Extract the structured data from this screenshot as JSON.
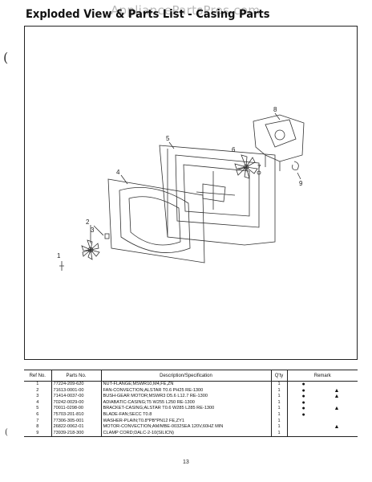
{
  "header": {
    "title": "Exploded View & Parts List - Casing Parts",
    "watermark": "AppliancePartsPros.com"
  },
  "margin_marks": [
    "(",
    "("
  ],
  "diagram": {
    "callouts": [
      "1",
      "2",
      "3",
      "4",
      "5",
      "6",
      "7",
      "8",
      "9"
    ]
  },
  "table": {
    "headers": {
      "ref": "Ref No.",
      "part": "Parts No.",
      "desc": "Description/Specification",
      "qty": "Q'ty",
      "remark": "Remark"
    },
    "rows": [
      {
        "ref": "1",
        "part": "77224-209-620",
        "desc": "NUT-FLANGE;MSWR10,M4,FE,ZN",
        "qty": "1",
        "dot": "●",
        "tri": ""
      },
      {
        "ref": "2",
        "part": "71613-0001-00",
        "desc": "FAN-CONVECTION;ALSTAR T0.6 PH25 RE-1300",
        "qty": "1",
        "dot": "●",
        "tri": "▲"
      },
      {
        "ref": "3",
        "part": "71414-0037-00",
        "desc": "BUSH-GEAR MOTOR;MSWR3 D5.6 L12.7 RE-1300",
        "qty": "1",
        "dot": "●",
        "tri": "▲"
      },
      {
        "ref": "4",
        "part": "70242-0029-00",
        "desc": "ADIABATIC-CASING;T5 W255 L250 RE-1300",
        "qty": "1",
        "dot": "●",
        "tri": ""
      },
      {
        "ref": "5",
        "part": "70011-0298-00",
        "desc": "BRACKET-CASING;ALSTAR T0.6 W285 L285 RE-1300",
        "qty": "1",
        "dot": "●",
        "tri": "▲"
      },
      {
        "ref": "6",
        "part": "75703-201-810",
        "desc": "BLADE-FAN;SECC T0.8",
        "qty": "1",
        "dot": "●",
        "tri": ""
      },
      {
        "ref": "7",
        "part": "77306-305-001",
        "desc": "WASHER-PLAIN;T0.8*PB*PN12 FE,ZY1",
        "qty": "1",
        "dot": "",
        "tri": ""
      },
      {
        "ref": "8",
        "part": "26822-0062-01",
        "desc": "MOTOR-CONVECTION;AM/MBE-0032SEA 120V,60HZ MIN",
        "qty": "1",
        "dot": "",
        "tri": "▲"
      },
      {
        "ref": "9",
        "part": "73939-218-300",
        "desc": "CLAMP CORD;DALC-2-10(SILICN)",
        "qty": "1",
        "dot": "",
        "tri": ""
      }
    ]
  },
  "footer": {
    "page_number": "13"
  }
}
